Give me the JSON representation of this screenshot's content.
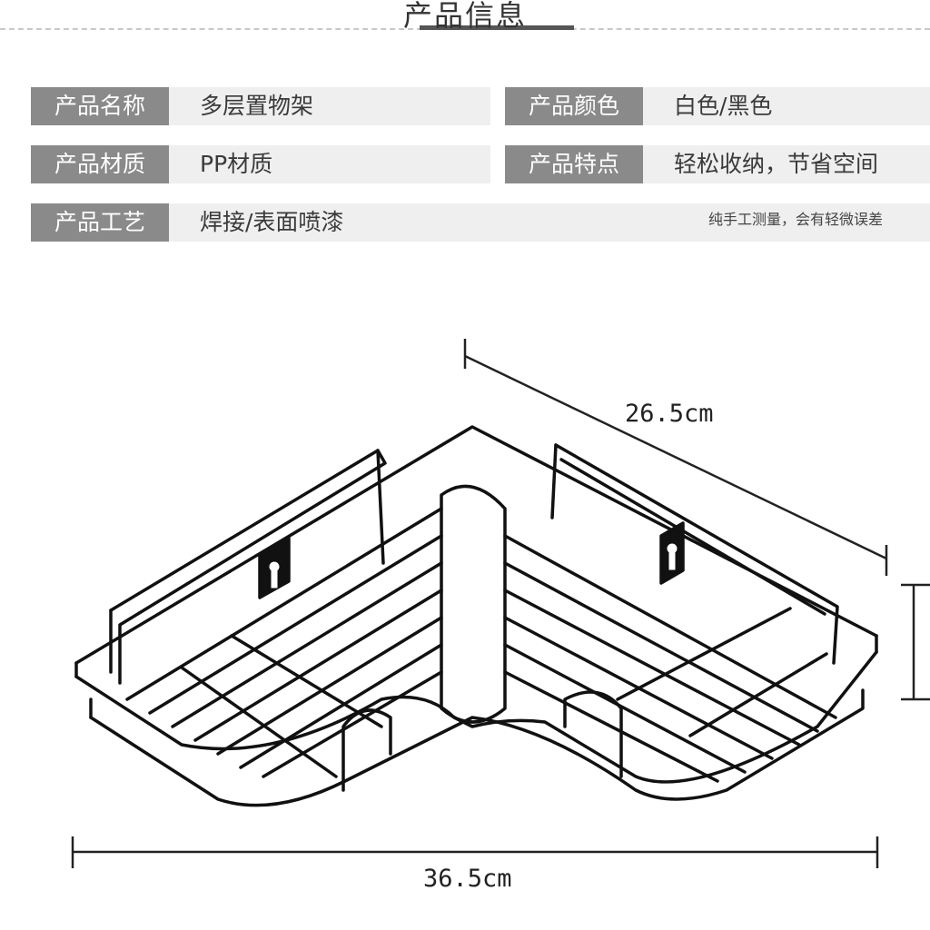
{
  "header": {
    "title": "产品信息"
  },
  "specs": {
    "name_label": "产品名称",
    "name_value": "多层置物架",
    "color_label": "产品颜色",
    "color_value": "白色/黑色",
    "material_label": "产品材质",
    "material_value": "PP材质",
    "feature_label": "产品特点",
    "feature_value": "轻松收纳，节省空间",
    "craft_label": "产品工艺",
    "craft_value": "焊接/表面喷漆",
    "note": "纯手工测量，会有轻微误差"
  },
  "dimensions": {
    "depth": "26.5cm",
    "width": "36.5cm"
  },
  "colors": {
    "label_bg": "#8a8a8a",
    "row_bg": "#efefef",
    "wire": "#111111"
  }
}
